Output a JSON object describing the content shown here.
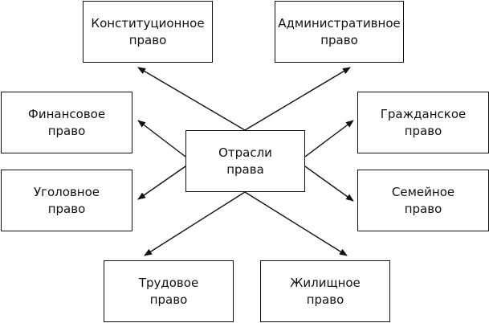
{
  "diagram": {
    "center": "Отрасли\nправа",
    "branches": {
      "constitutional": "Конституционное\nправо",
      "administrative": "Административное\nправо",
      "financial": "Финансовое\nправо",
      "civil": "Гражданское\nправо",
      "criminal": "Уголовное\nправо",
      "family": "Семейное\nправо",
      "labor": "Трудовое\nправо",
      "housing": "Жилищное\nправо"
    }
  }
}
